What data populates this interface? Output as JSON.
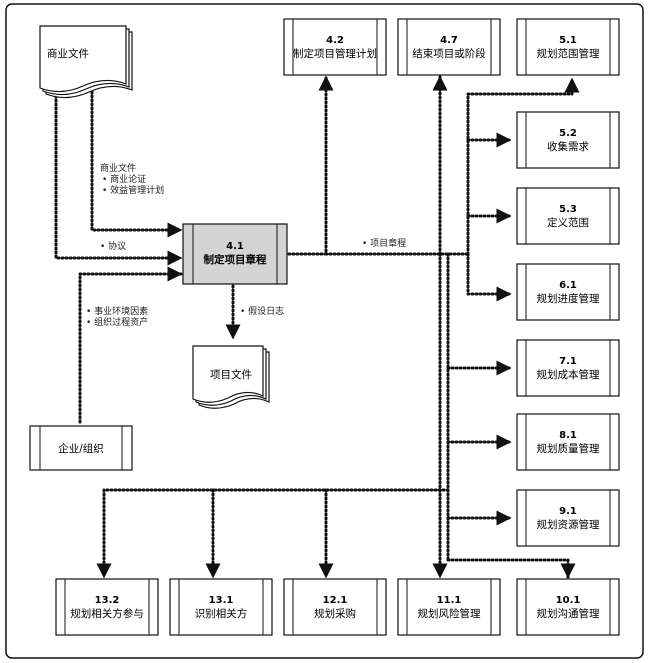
{
  "inputs": {
    "business_docs": "商业文件",
    "enterprise_org": "企业/组织"
  },
  "center_process": {
    "number": "4.1",
    "name": "制定项目章程"
  },
  "output_doc": "项目文件",
  "labels": {
    "business_docs_header": "商业文件",
    "business_case": "• 商业论证",
    "benefits_plan": "• 效益管理计划",
    "agreements": "• 协议",
    "eef": "• 事业环境因素",
    "opa": "• 组织过程资产",
    "assumption_log": "• 假设日志",
    "project_charter": "• 项目章程"
  },
  "top_processes": [
    {
      "number": "4.2",
      "name": "制定项目管理计划"
    },
    {
      "number": "4.7",
      "name": "结束项目或阶段"
    },
    {
      "number": "5.1",
      "name": "规划范围管理"
    }
  ],
  "right_processes": [
    {
      "number": "5.2",
      "name": "收集需求"
    },
    {
      "number": "5.3",
      "name": "定义范围"
    },
    {
      "number": "6.1",
      "name": "规划进度管理"
    },
    {
      "number": "7.1",
      "name": "规划成本管理"
    },
    {
      "number": "8.1",
      "name": "规划质量管理"
    },
    {
      "number": "9.1",
      "name": "规划资源管理"
    }
  ],
  "bottom_processes": [
    {
      "number": "13.2",
      "name": "规划相关方参与"
    },
    {
      "number": "13.1",
      "name": "识别相关方"
    },
    {
      "number": "12.1",
      "name": "规划采购"
    },
    {
      "number": "11.1",
      "name": "规划风险管理"
    },
    {
      "number": "10.1",
      "name": "规划沟通管理"
    }
  ]
}
